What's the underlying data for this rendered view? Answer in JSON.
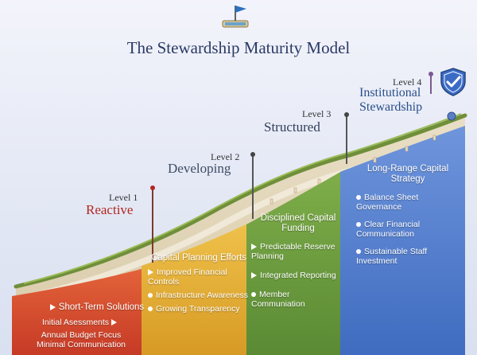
{
  "title": "The Stewardship Maturity Model",
  "icons": {
    "logo": "flag-on-stand-icon",
    "shield": "shield-check-icon"
  },
  "colors": {
    "level1": "#d2472e",
    "level2": "#e0a631",
    "level3": "#6a9a3d",
    "level4": "#4c78c9",
    "title": "#2a3a66"
  },
  "levels": [
    {
      "number": "Level 1",
      "name": "Reactive",
      "color": "#b3261e",
      "items": [
        "Short-Term Solutions",
        "Initial Asessments",
        "Annual Budget Focus",
        "Minimal Communication"
      ]
    },
    {
      "number": "Level 2",
      "name": "Developing",
      "color": "#3d4c63",
      "items": [
        "Capital Planning Efforts",
        "Improved Financial Controls",
        "Infrastructure Awareness",
        "Growing Transparency"
      ]
    },
    {
      "number": "Level 3",
      "name": "Structured",
      "color": "#2f3d59",
      "items": [
        "Disciplined Capital Funding",
        "Predictable Reserve Planning",
        "Integrated Reporting",
        "Member Communiation"
      ]
    },
    {
      "number": "Level 4",
      "name": "Institutional Stewardship",
      "color": "#2a4f8a",
      "items": [
        "Long-Range Capital Strategy",
        "Balance Sheet Governance",
        "Clear Financial Communication",
        "Sustainable Staff Investment"
      ]
    }
  ]
}
